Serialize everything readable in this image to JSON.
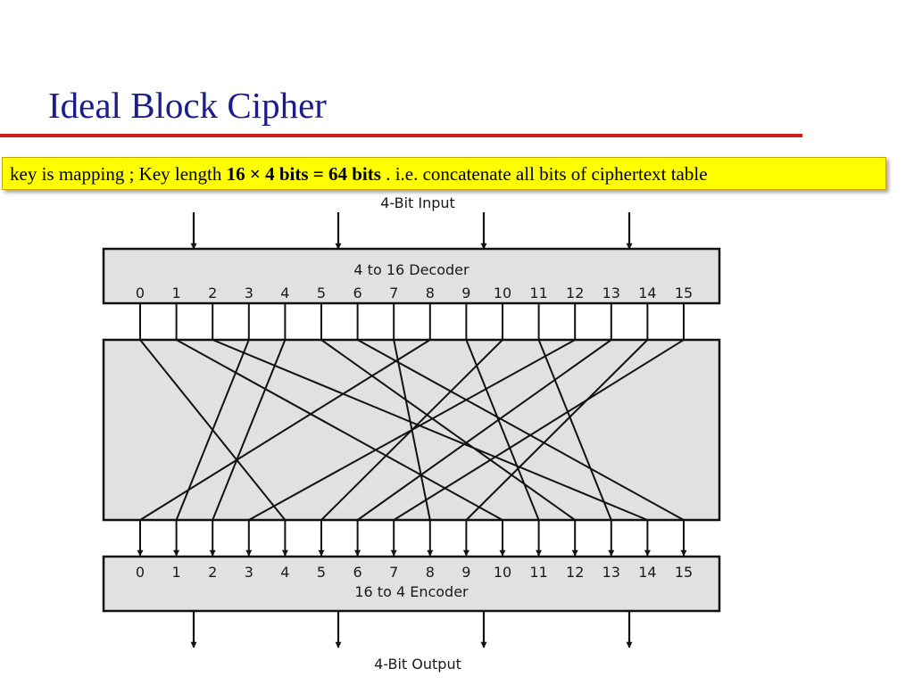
{
  "slide": {
    "title": "Ideal Block Cipher"
  },
  "callout": {
    "text_before": "key is mapping ; Key length ",
    "bold": "16 × 4 bits = 64 bits",
    "text_after": " . i.e. concatenate all bits of ciphertext table"
  },
  "diagram": {
    "input_label": "4-Bit Input",
    "decoder_label": "4 to 16 Decoder",
    "encoder_label": "16 to 4 Encoder",
    "output_label": "4-Bit Output",
    "pin_labels": [
      "0",
      "1",
      "2",
      "3",
      "4",
      "5",
      "6",
      "7",
      "8",
      "9",
      "10",
      "11",
      "12",
      "13",
      "14",
      "15"
    ],
    "mapping": [
      {
        "from": 0,
        "to": 4
      },
      {
        "from": 1,
        "to": 10
      },
      {
        "from": 2,
        "to": 14
      },
      {
        "from": 3,
        "to": 1
      },
      {
        "from": 4,
        "to": 2
      },
      {
        "from": 5,
        "to": 12
      },
      {
        "from": 6,
        "to": 15
      },
      {
        "from": 7,
        "to": 8
      },
      {
        "from": 8,
        "to": 0
      },
      {
        "from": 9,
        "to": 11
      },
      {
        "from": 10,
        "to": 5
      },
      {
        "from": 11,
        "to": 13
      },
      {
        "from": 12,
        "to": 3
      },
      {
        "from": 13,
        "to": 6
      },
      {
        "from": 14,
        "to": 9
      },
      {
        "from": 15,
        "to": 7
      }
    ],
    "colors": {
      "box_fill": "#e1e1e2",
      "line": "#111111"
    }
  }
}
